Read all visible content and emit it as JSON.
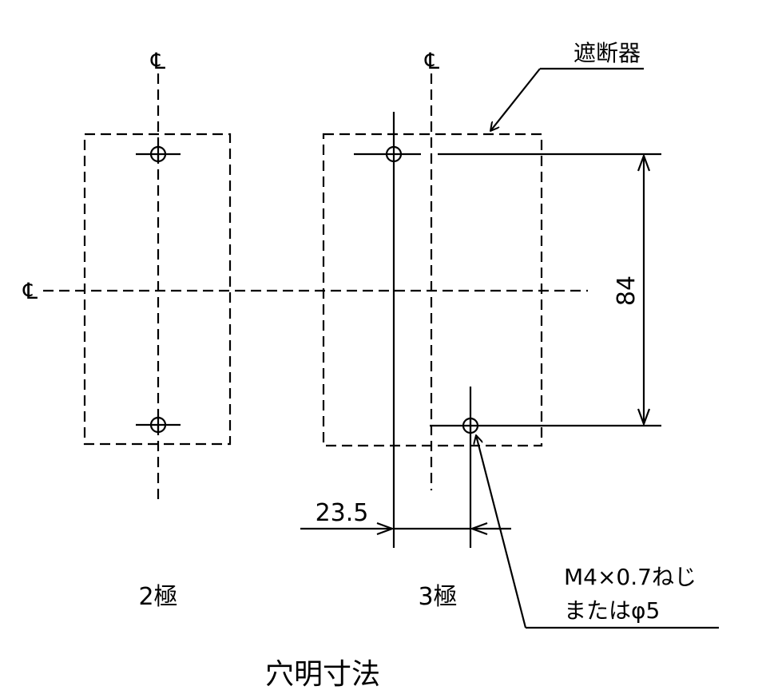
{
  "labels": {
    "centerline_symbol": "℄",
    "breaker": "遮断器",
    "dim_vertical": "84",
    "dim_horizontal": "23.5",
    "pole2": "2極",
    "pole3": "3極",
    "screw_line1": "M4×0.7ねじ",
    "screw_line2": "またはφ5",
    "caption": "穴明寸法"
  }
}
